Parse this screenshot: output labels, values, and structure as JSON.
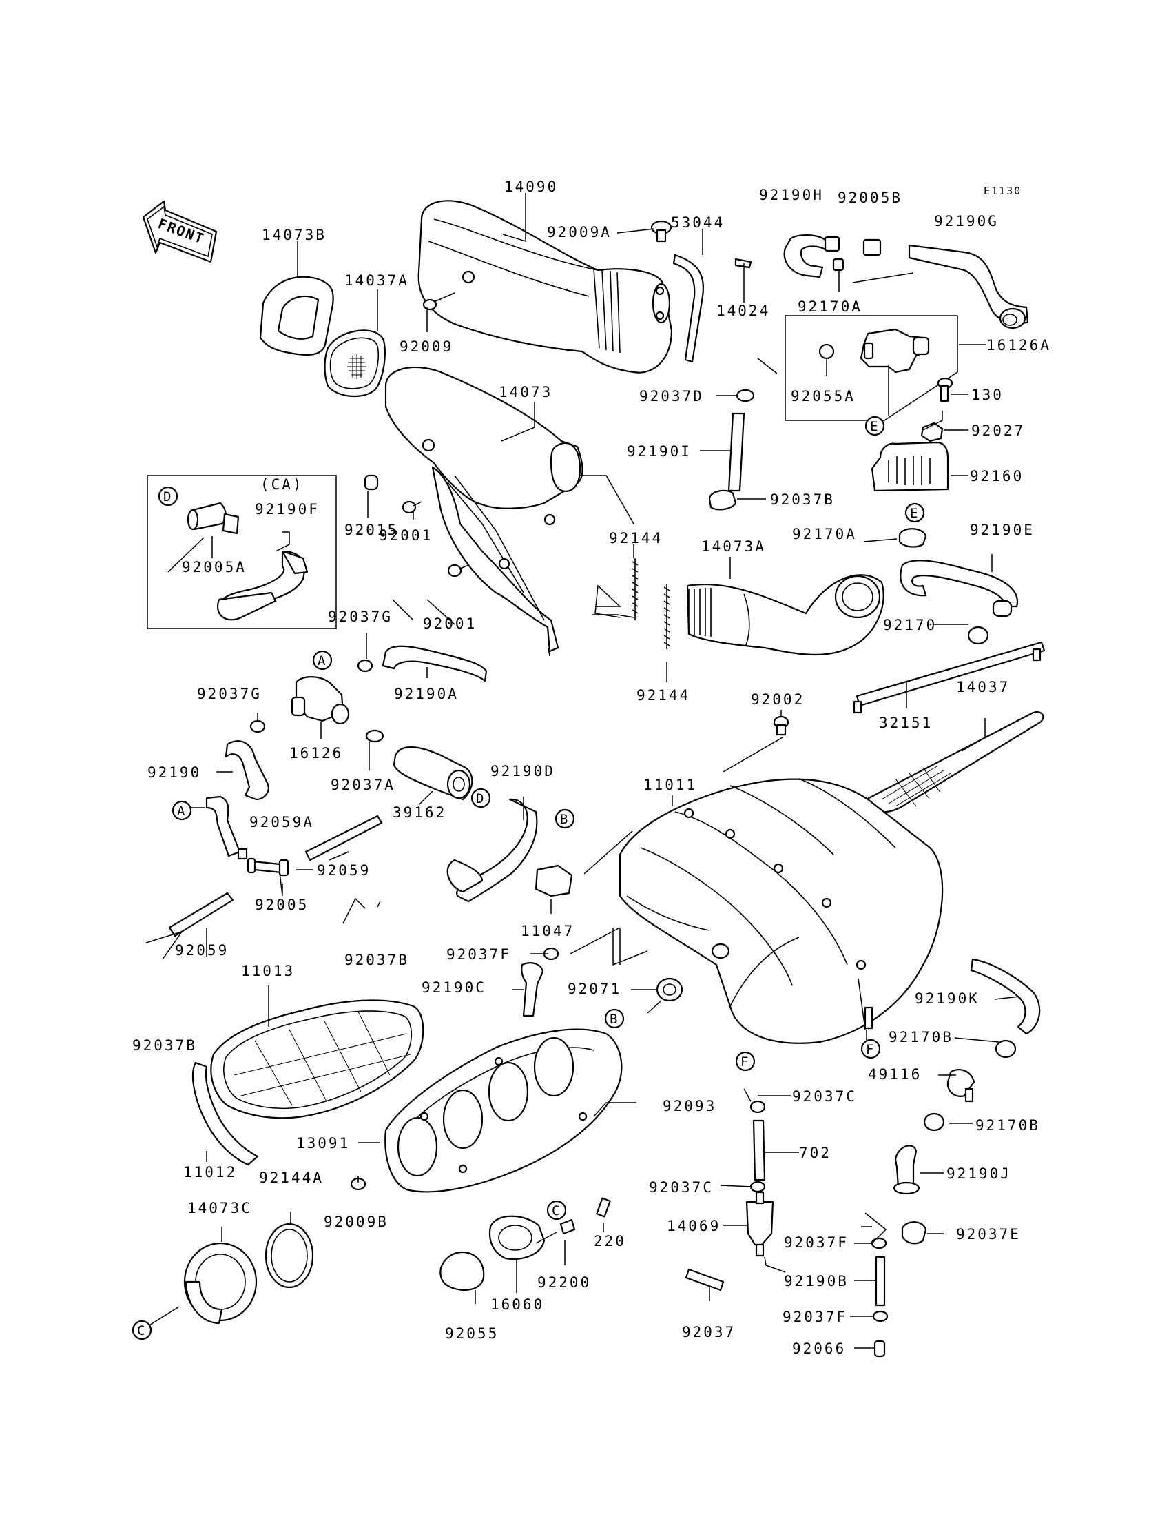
{
  "diagram": {
    "code": "E1130",
    "front_label": "FRONT",
    "group_label": "(CA)",
    "parts": [
      "14090",
      "92009A",
      "53044",
      "92190H",
      "92005B",
      "92190G",
      "14073B",
      "14037A",
      "92009",
      "14024",
      "92170A",
      "16126A",
      "14073",
      "92037D",
      "92055A",
      "130",
      "92027",
      "92190I",
      "92160",
      "92190F",
      "92015",
      "92037B",
      "92001",
      "92005A",
      "92144",
      "14073A",
      "92170A",
      "92190E",
      "92001",
      "92037G",
      "92170",
      "92190A",
      "92144",
      "92002",
      "14037",
      "32151",
      "92037G",
      "16126",
      "11011",
      "92190",
      "92037A",
      "92190D",
      "92059A",
      "39162",
      "92059",
      "92005",
      "11047",
      "92059",
      "92037B",
      "92037F",
      "11013",
      "92190C",
      "92071",
      "92190K",
      "92037B",
      "92170B",
      "49116",
      "92037C",
      "92093",
      "13091",
      "92170B",
      "11012",
      "702",
      "92144A",
      "92190J",
      "92037C",
      "14073C",
      "92009B",
      "220",
      "14069",
      "92037E",
      "92037F",
      "92200",
      "92190B",
      "16060",
      "92037F",
      "92055",
      "92037",
      "92066"
    ],
    "callouts": [
      "A",
      "B",
      "C",
      "D",
      "E",
      "F"
    ]
  }
}
